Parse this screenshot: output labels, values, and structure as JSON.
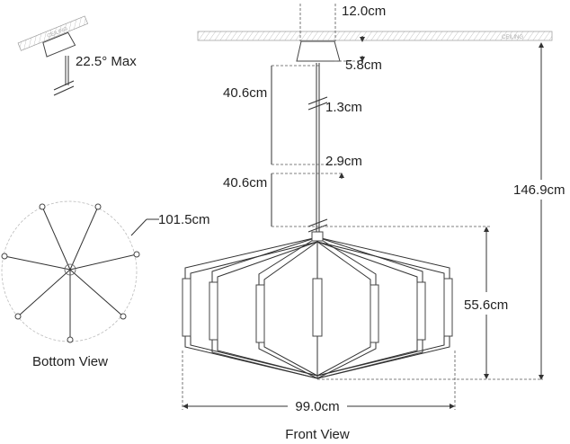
{
  "ceiling_label": "CEILING",
  "tilt": {
    "label": "22.5° Max",
    "ceiling_label": "CEILING"
  },
  "dimensions": {
    "canopy_width": "12.0cm",
    "canopy_height": "5.8cm",
    "stem_section_1": "40.6cm",
    "stem_diameter": "1.3cm",
    "stem_coupler": "2.9cm",
    "stem_section_2": "40.6cm",
    "overall_height": "146.9cm",
    "fixture_height": "55.6cm",
    "fixture_width": "99.0cm",
    "bottom_diameter": "101.5cm"
  },
  "views": {
    "bottom": "Bottom View",
    "front": "Front View"
  },
  "colors": {
    "line": "#333333",
    "hatch": "#999999"
  }
}
